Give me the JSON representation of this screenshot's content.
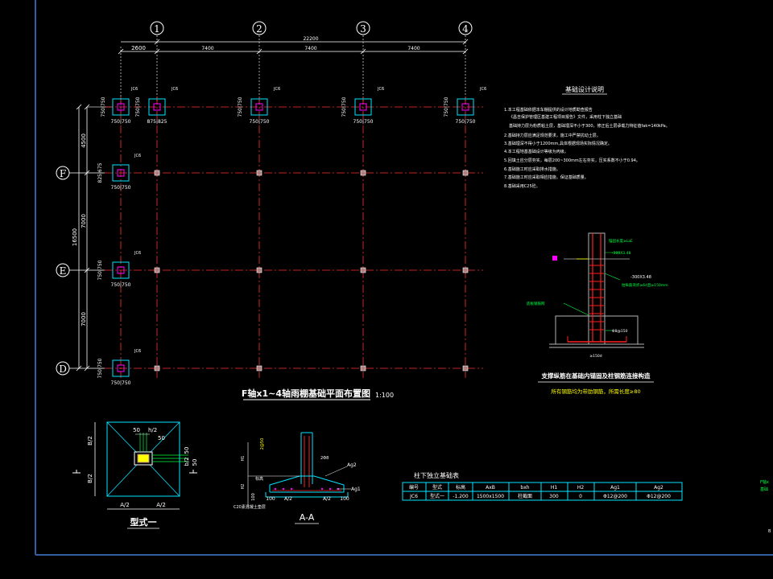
{
  "colors": {
    "background": "#000000",
    "frame": "#2f5f9f",
    "axis_line": "#ff3030",
    "dim": "#ffffff",
    "cyan": "#00e5ff",
    "magenta": "#ff00ff",
    "yellow": "#ffff00",
    "green": "#00ff40",
    "red": "#ff2020",
    "grey": "#b4b4b4"
  },
  "plan": {
    "col_labels": [
      "1",
      "2",
      "3",
      "4"
    ],
    "row_labels": [
      "F",
      "E",
      "D"
    ],
    "total_dim": "22200",
    "left_dim": "2600",
    "span_dims": [
      "7400",
      "7400",
      "7400"
    ],
    "vert_total": "16500",
    "vert_top": "4500",
    "vert_spans": [
      "7000",
      "7000"
    ],
    "foundation_tag": "JC6",
    "pair_dim": "750|750",
    "pair_dim_narrow": "875|825",
    "side_dim_alt": "825|675",
    "title": "F轴x1~4轴雨棚基础平面布置图",
    "scale": "1:100"
  },
  "notes": {
    "heading": "基础设计说明",
    "items": [
      "1.本工程基础依据本车棚提供的设计地质勘查报告",
      "《昌吉保护管理区基建工程项目报告》文件，采用柱下独立基础",
      "基础持力层为粉质粘土层，基础埋深不小于300，修正后土层承载力特征值fak=140kPa。",
      "2.基础持力层应满足规范要求，施工中严禁扰动土层。",
      "3.基础埋深不得小于1200mm,具体根据现场实际情况确定。",
      "4.本工程地基基础设计等级为丙级。",
      "5.回填土应分层夯实，每层200~300mm左右夯实，压实系数不小于0.94。",
      "6.基础施工时应采取排水措施。",
      "7.基础施工时应采取相应措施，保证基础质量。",
      "8.基础采用C25砼。"
    ]
  },
  "detail": {
    "caption": "支撑纵筋在基础内锚固及柱钢筋连接构造",
    "sub_caption": "所有钢筋均为带肋钢筋，所需长度≥80",
    "label_top": "-300X3.48",
    "label_bottom": "≥150d",
    "label_anchor": "锚固长度≥LaE",
    "label_dia": "Φ8@150",
    "label_side": "底板钢筋网",
    "label_lap": "柱纵筋弯折≥6d且≥150mm"
  },
  "type1": {
    "title": "型式一",
    "dim_top_a": "50",
    "dim_top_b": "h/2",
    "dim_top_c": "50",
    "dim_right_a": "50",
    "dim_right_b": "b/2",
    "dim_right_c": "50",
    "dim_left_top": "B/2",
    "dim_left_bot": "B/2",
    "dim_bottom_a": "A/2",
    "dim_bottom_b": "A/2"
  },
  "section_aa": {
    "title": "A-A",
    "label_a1": "Ag1",
    "label_a2": "Ag2",
    "label_bottom": "C20素混凝土垫层",
    "label_ground": "标高",
    "dim_100a": "100",
    "dim_100b": "100",
    "dim_a2a": "A/2",
    "dim_a2b": "A/2",
    "dim_top": "2Φ8",
    "dim_h1": "H1",
    "dim_h2": "H2",
    "dim_mid": "2@50"
  },
  "table": {
    "title": "柱下独立基础表",
    "headers": [
      "编号",
      "型式",
      "标高",
      "AxB",
      "bxh",
      "H1",
      "H2",
      "Ag1",
      "Ag2"
    ],
    "rows": [
      [
        "JC6",
        "型式一",
        "-1.200",
        "1500x1500",
        "柱截面",
        "300",
        "0",
        "Φ12@200",
        "Φ12@200"
      ]
    ]
  },
  "edge_text": {
    "line1": "F轴x",
    "line2": "基础",
    "small": "B"
  }
}
